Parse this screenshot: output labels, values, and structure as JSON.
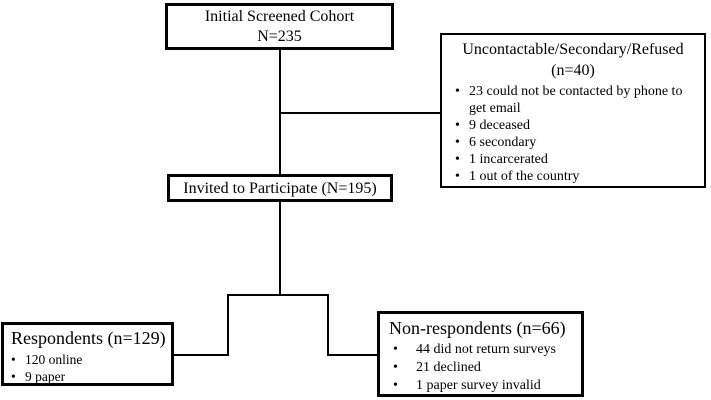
{
  "diagram": {
    "colors": {
      "line": "#000000",
      "background": "#ffffff",
      "text": "#000000"
    },
    "top_box": {
      "line1": "Initial Screened Cohort",
      "line2": "N=235"
    },
    "exclusion_box": {
      "title_line1": "Uncontactable/Secondary/Refused",
      "title_line2": "(n=40)",
      "items": [
        "23 could not be contacted by phone to get email",
        "9 deceased",
        "6 secondary",
        "1 incarcerated",
        "1 out of the country"
      ]
    },
    "invited_box": {
      "label": "Invited to Participate (N=195)"
    },
    "respondents_box": {
      "title": "Respondents (n=129)",
      "items": [
        "120 online",
        "9 paper"
      ]
    },
    "non_respondents_box": {
      "title": "Non-respondents (n=66)",
      "items": [
        "44 did not return surveys",
        "21 declined",
        "1 paper survey invalid"
      ]
    }
  }
}
